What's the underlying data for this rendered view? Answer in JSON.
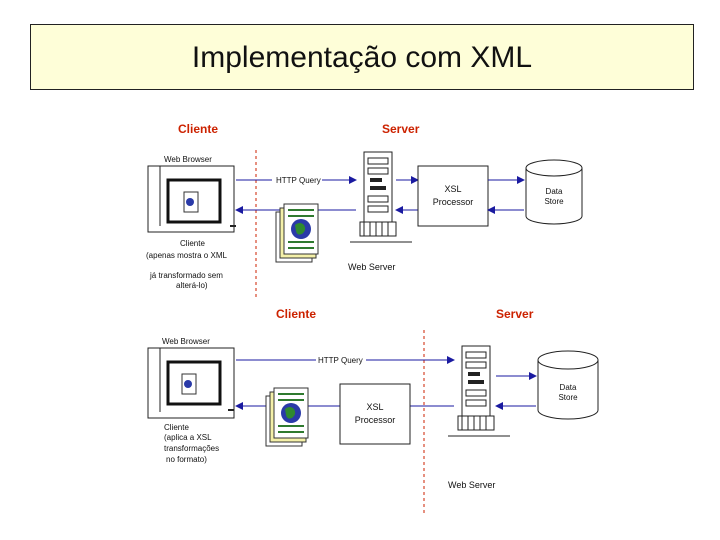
{
  "title": "Implementação com XML",
  "top": {
    "client_header": "Cliente",
    "server_header": "Server",
    "browser_label": "Web Browser",
    "query_label": "HTTP Query",
    "xsl_line1": "XSL",
    "xsl_line2": "Processor",
    "store_line1": "Data",
    "store_line2": "Store",
    "webserver_label": "Web Server",
    "note_lines": [
      "Cliente",
      "(apenas mostra o XML",
      "já transformado sem",
      "alterá-lo)"
    ]
  },
  "bottom": {
    "client_header": "Cliente",
    "server_header": "Server",
    "browser_label": "Web Browser",
    "query_label": "HTTP Query",
    "xsl_line1": "XSL",
    "xsl_line2": "Processor",
    "store_line1": "Data",
    "store_line2": "Store",
    "webserver_label": "Web Server",
    "note_lines": [
      "Cliente",
      "(aplica a XSL",
      "transformações",
      "no formato)"
    ]
  },
  "colors": {
    "header_red": "#cc2200",
    "arrow_blue": "#1a1aa0",
    "divider_red": "#cc2200",
    "title_bg": "#fefed8"
  }
}
